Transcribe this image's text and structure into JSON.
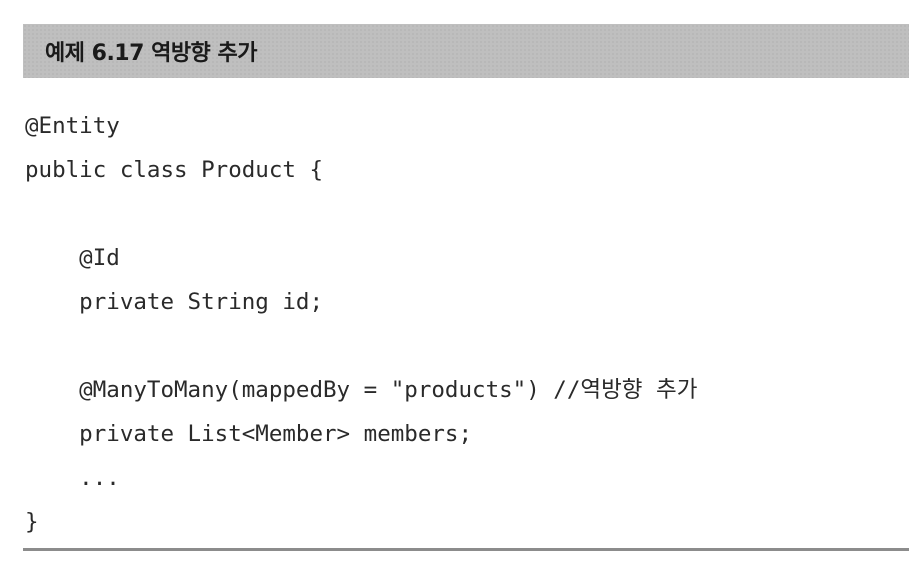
{
  "header": {
    "title": "예제 6.17 역방향 추가"
  },
  "code": {
    "lines": [
      "@Entity",
      "public class Product {",
      "",
      "    @Id",
      "    private String id;",
      "",
      "    @ManyToMany(mappedBy = \"products\") //역방향 추가",
      "    private List<Member> members;",
      "    ...",
      "}"
    ]
  }
}
